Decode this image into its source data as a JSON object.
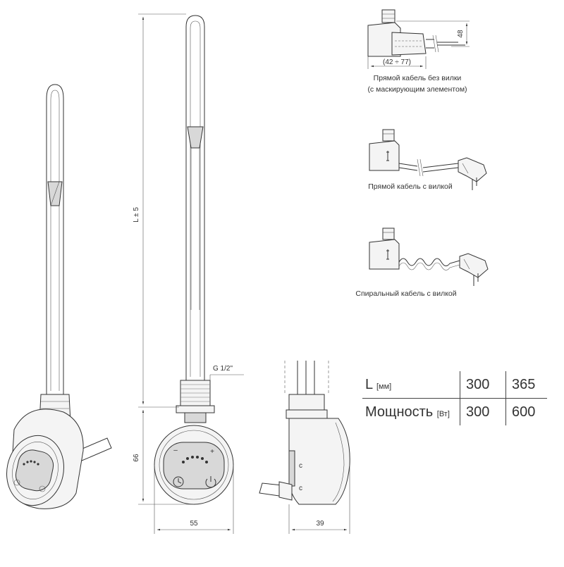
{
  "dimensions": {
    "length": "L ± 5",
    "thread": "G 1/2\"",
    "height_66": "66",
    "width_55": "55",
    "depth_39": "39",
    "range_42_77": "(42 ÷ 77)",
    "height_48": "48"
  },
  "control_panel": {
    "minus": "–",
    "plus": "+"
  },
  "variants": [
    {
      "caption_line1": "Прямой кабель без вилки",
      "caption_line2": "(с маскирующим элементом)"
    },
    {
      "caption_line1": "Прямой кабель с вилкой"
    },
    {
      "caption_line1": "Спиральный кабель с вилкой"
    }
  ],
  "spec_table": {
    "row1": {
      "label": "L",
      "unit": "[мм]",
      "values": [
        "300",
        "365"
      ]
    },
    "row2": {
      "label": "Мощность",
      "unit": "[Вт]",
      "values": [
        "300",
        "600"
      ]
    }
  }
}
